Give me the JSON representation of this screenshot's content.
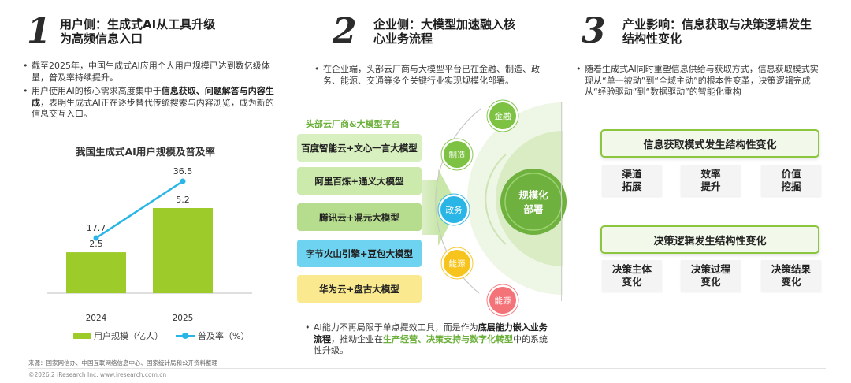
{
  "section1": {
    "num": "1",
    "title_line1": "用户侧：生成式AI从工具升级",
    "title_line2": "为高频信息入口",
    "bullet1": "截至2025年，中国生成式AI应用个人用户规模已达到数亿级体量，普及率持续提升。",
    "bullet2_part1": "用户使用AI的核心需求高度集中于",
    "bullet2_bold": "信息获取、问题解答与内容生成",
    "bullet2_part2": "，表明生成式AI正在逐步替代传统搜索与内容浏览，成为新的信息交互入口。"
  },
  "section2": {
    "num": "2",
    "title_line1": "企业侧：大模型加速融入核",
    "title_line2": "心业务流程",
    "bullet1": "在企业端，头部云厂商与大模型平台已在金融、制造、政务、能源、交通等多个关键行业实现规模化部署。",
    "bullet2_part1": "AI能力不再局限于单点提效工具，而是作为",
    "bullet2_bold": "底层能力嵌入业务流程",
    "bullet2_part2": "，推动企业在",
    "bullet2_green": "生产经营、决策支持与数字化转型",
    "bullet2_part3": "中的系统性升级。",
    "platform_title": "头部云厂商&大模型平台",
    "platforms": [
      {
        "label": "百度智能云+文心一言大模型",
        "color": "#d8efc0"
      },
      {
        "label": "阿里百炼+通义大模型",
        "color": "#cdeaad"
      },
      {
        "label": "腾讯云+混元大模型",
        "color": "#b6dc8d"
      },
      {
        "label": "字节火山引擎+豆包大模型",
        "color": "#6ed3f0"
      },
      {
        "label": "华为云+盘古大模型",
        "color": "#fbe98f"
      }
    ],
    "industries": [
      {
        "label": "金融",
        "color": "#7dc242"
      },
      {
        "label": "制造",
        "color": "#7dc242"
      },
      {
        "label": "政务",
        "color": "#29b6e6"
      },
      {
        "label": "能源",
        "color": "#f7c41e"
      },
      {
        "label": "能源",
        "color": "#f47378"
      }
    ],
    "center_line1": "规模化",
    "center_line2": "部署"
  },
  "section3": {
    "num": "3",
    "title_line1": "产业影响：信息获取与决策逻辑发生",
    "title_line2": "结构性变化",
    "bullet1": "随着生成式AI同时重塑信息供给与获取方式，信息获取模式实现从“单一被动”到“全域主动”的根本性变革，决策逻辑完成从“经验驱动”到“数据驱动”的智能化重构",
    "box1_title": "信息获取模式发生结构性变化",
    "box1_cells": [
      {
        "line1": "渠道",
        "line2": "拓展"
      },
      {
        "line1": "效率",
        "line2": "提升"
      },
      {
        "line1": "价值",
        "line2": "挖掘"
      }
    ],
    "box2_title": "决策逻辑发生结构性变化",
    "box2_cells": [
      {
        "line1": "决策主体",
        "line2": "变化"
      },
      {
        "line1": "决策过程",
        "line2": "变化"
      },
      {
        "line1": "决策结果",
        "line2": "变化"
      }
    ]
  },
  "chart_data": {
    "type": "bar",
    "title": "我国生成式AI用户规模及普及率",
    "categories": [
      "2024",
      "2025"
    ],
    "series": [
      {
        "name": "用户规模（亿人）",
        "type": "bar",
        "color": "#9ccb2a",
        "values": [
          2.5,
          5.2
        ]
      },
      {
        "name": "普及率（%）",
        "type": "line",
        "color": "#29b6e6",
        "values": [
          17.7,
          36.5
        ]
      }
    ],
    "legend_position": "bottom"
  },
  "footer": {
    "source": "来源：国家网信办、中国互联网络信息中心、国家统计局和公开资料整理",
    "copyright": "©2026.2 iResearch Inc. www.iresearch.com.cn"
  }
}
